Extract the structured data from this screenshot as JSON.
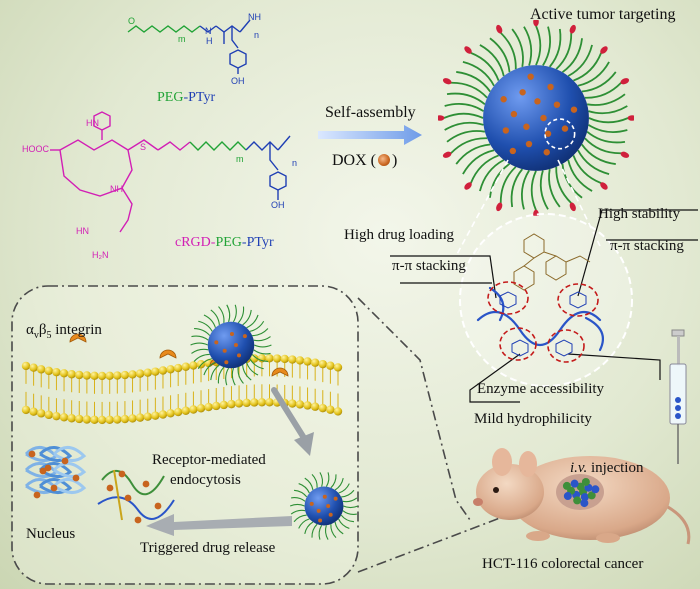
{
  "labels": {
    "active_targeting": "Active tumor targeting",
    "self_assembly": "Self-assembly",
    "dox": "DOX (",
    "dox_close": ")",
    "high_stability": "High stability",
    "high_drug_loading": "High drug loading",
    "pi_stacking_left": "π-π stacking",
    "pi_stacking_right": "π-π stacking",
    "enzyme": "Enzyme accessibility",
    "hydrophilicity": "Mild hydrophilicity",
    "injection_italic": "i.v.",
    "injection_rest": " injection",
    "cancer": "HCT-116 colorectal cancer",
    "integrin_alpha": "α",
    "integrin_v": "v",
    "integrin_beta": "β",
    "integrin_5": "5",
    "integrin_rest": " integrin",
    "receptor_line1": "Receptor-mediated",
    "receptor_line2": "endocytosis",
    "nucleus": "Nucleus",
    "triggered": "Triggered drug release"
  },
  "molecules": {
    "peg_label": "PEG",
    "ptyr_label": "PTyr",
    "dash": "-",
    "crgd_label": "cRGD",
    "m": "m",
    "n": "n",
    "oh": "OH",
    "hooc": "HOOC",
    "h2n": "H₂N",
    "nh": "NH",
    "hn": "HN",
    "o": "O",
    "s": "S",
    "h": "H",
    "n_atom": "N"
  },
  "colors": {
    "background": "#dfe7cf",
    "peg": "#21a336",
    "ptyr": "#1f3fb4",
    "crgd": "#d21fb5",
    "micelle_core": "#1f4fae",
    "drug": "#c8641e",
    "lipid_head": "#e3c21a",
    "arrow": "#7ea8e6"
  }
}
